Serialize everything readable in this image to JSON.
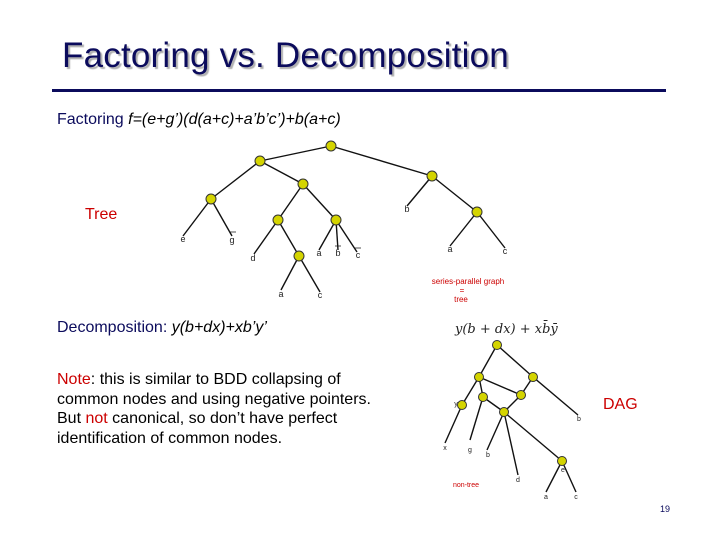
{
  "slide": {
    "title": "Factoring vs. Decomposition",
    "factoring_prefix": "Factoring ",
    "factoring_formula": "f=(e+g’)(d(a+c)+a’b’c’)+b(a+c)",
    "tree_label": "Tree",
    "decomp_prefix": "Decomposition: ",
    "decomp_formula": "y(b+dx)+xb’y’",
    "note_word": "Note",
    "note_text_1": ": this is similar to BDD collapsing of common nodes and using negative pointers. But ",
    "note_not": "not",
    "note_text_2": " canonical, so don’t have perfect identification of common nodes.",
    "dag_label": "DAG",
    "page_number": "19"
  },
  "tree_figure": {
    "leaf_labels": [
      "e",
      "g",
      "d",
      "a",
      "b",
      "c",
      "a",
      "c",
      "b",
      "a",
      "c"
    ],
    "caption_line1": "series-parallel graph",
    "caption_line2": "=",
    "caption_line3": "tree"
  },
  "dag_figure": {
    "formula": "y(b + dx) + xb̄ȳ",
    "leaf_labels": [
      "y",
      "b",
      "x",
      "g",
      "b",
      "d",
      "a",
      "c",
      "e"
    ],
    "caption": "non-tree"
  },
  "colors": {
    "title": "#0b0b5c",
    "accent_red": "#cc0000",
    "node_fill": "#d4d400"
  }
}
